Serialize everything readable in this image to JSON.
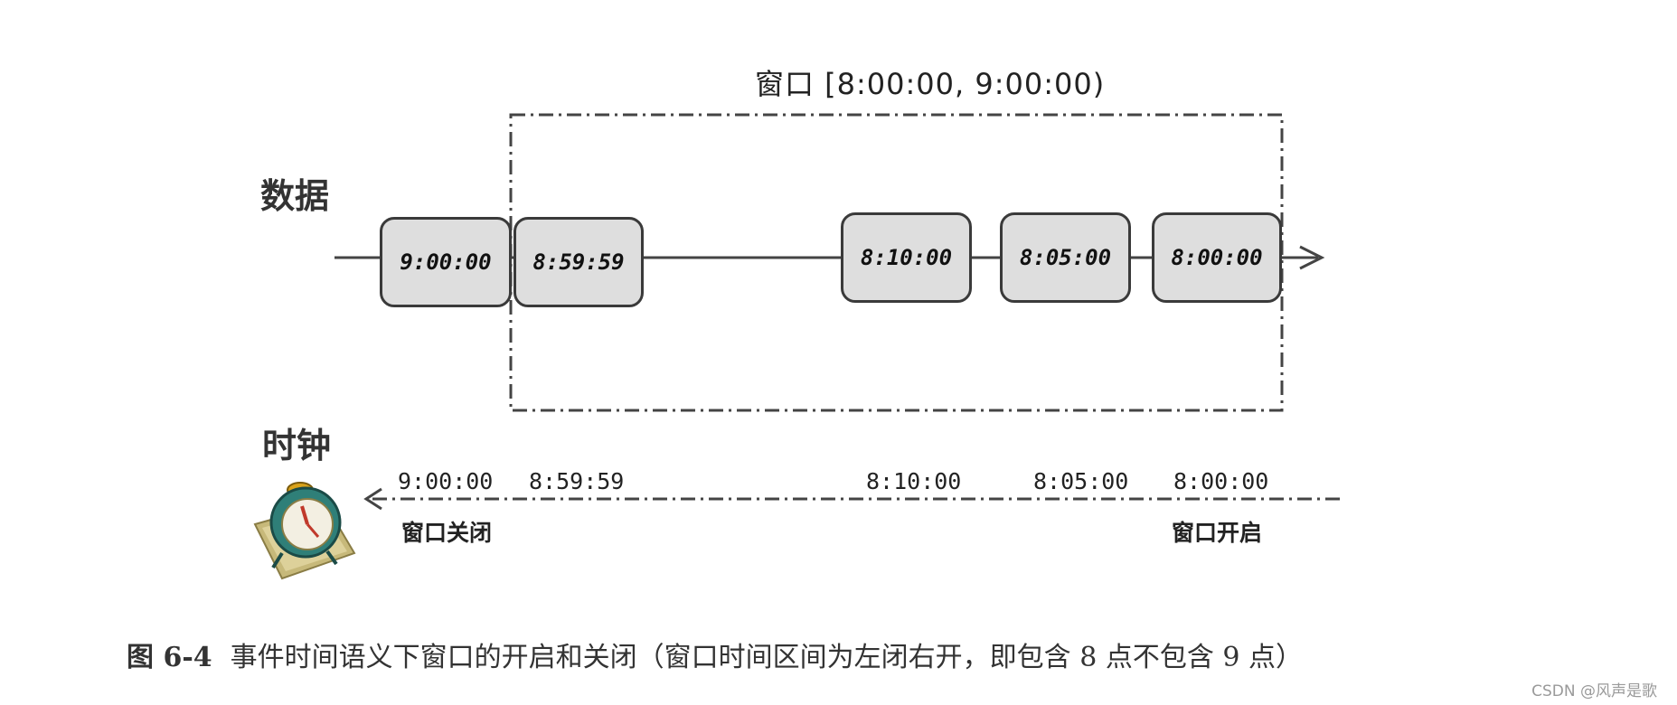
{
  "window_label": "窗口 [8:00:00, 9:00:00)",
  "row_labels": {
    "data": "数据",
    "clock": "时钟"
  },
  "events": [
    "9:00:00",
    "8:59:59",
    "8:10:00",
    "8:05:00",
    "8:00:00"
  ],
  "clock_ticks": [
    "9:00:00",
    "8:59:59",
    "8:10:00",
    "8:05:00",
    "8:00:00"
  ],
  "clock_notes": {
    "close": "窗口关闭",
    "open": "窗口开启"
  },
  "caption": {
    "figure": "图 6-4",
    "text": "事件时间语义下窗口的开启和关闭（窗口时间区间为左闭右开，即包含 8 点不包含 9 点）"
  },
  "watermark": "CSDN @风声是歌",
  "icons": {
    "clock": "alarm-clock-icon"
  }
}
